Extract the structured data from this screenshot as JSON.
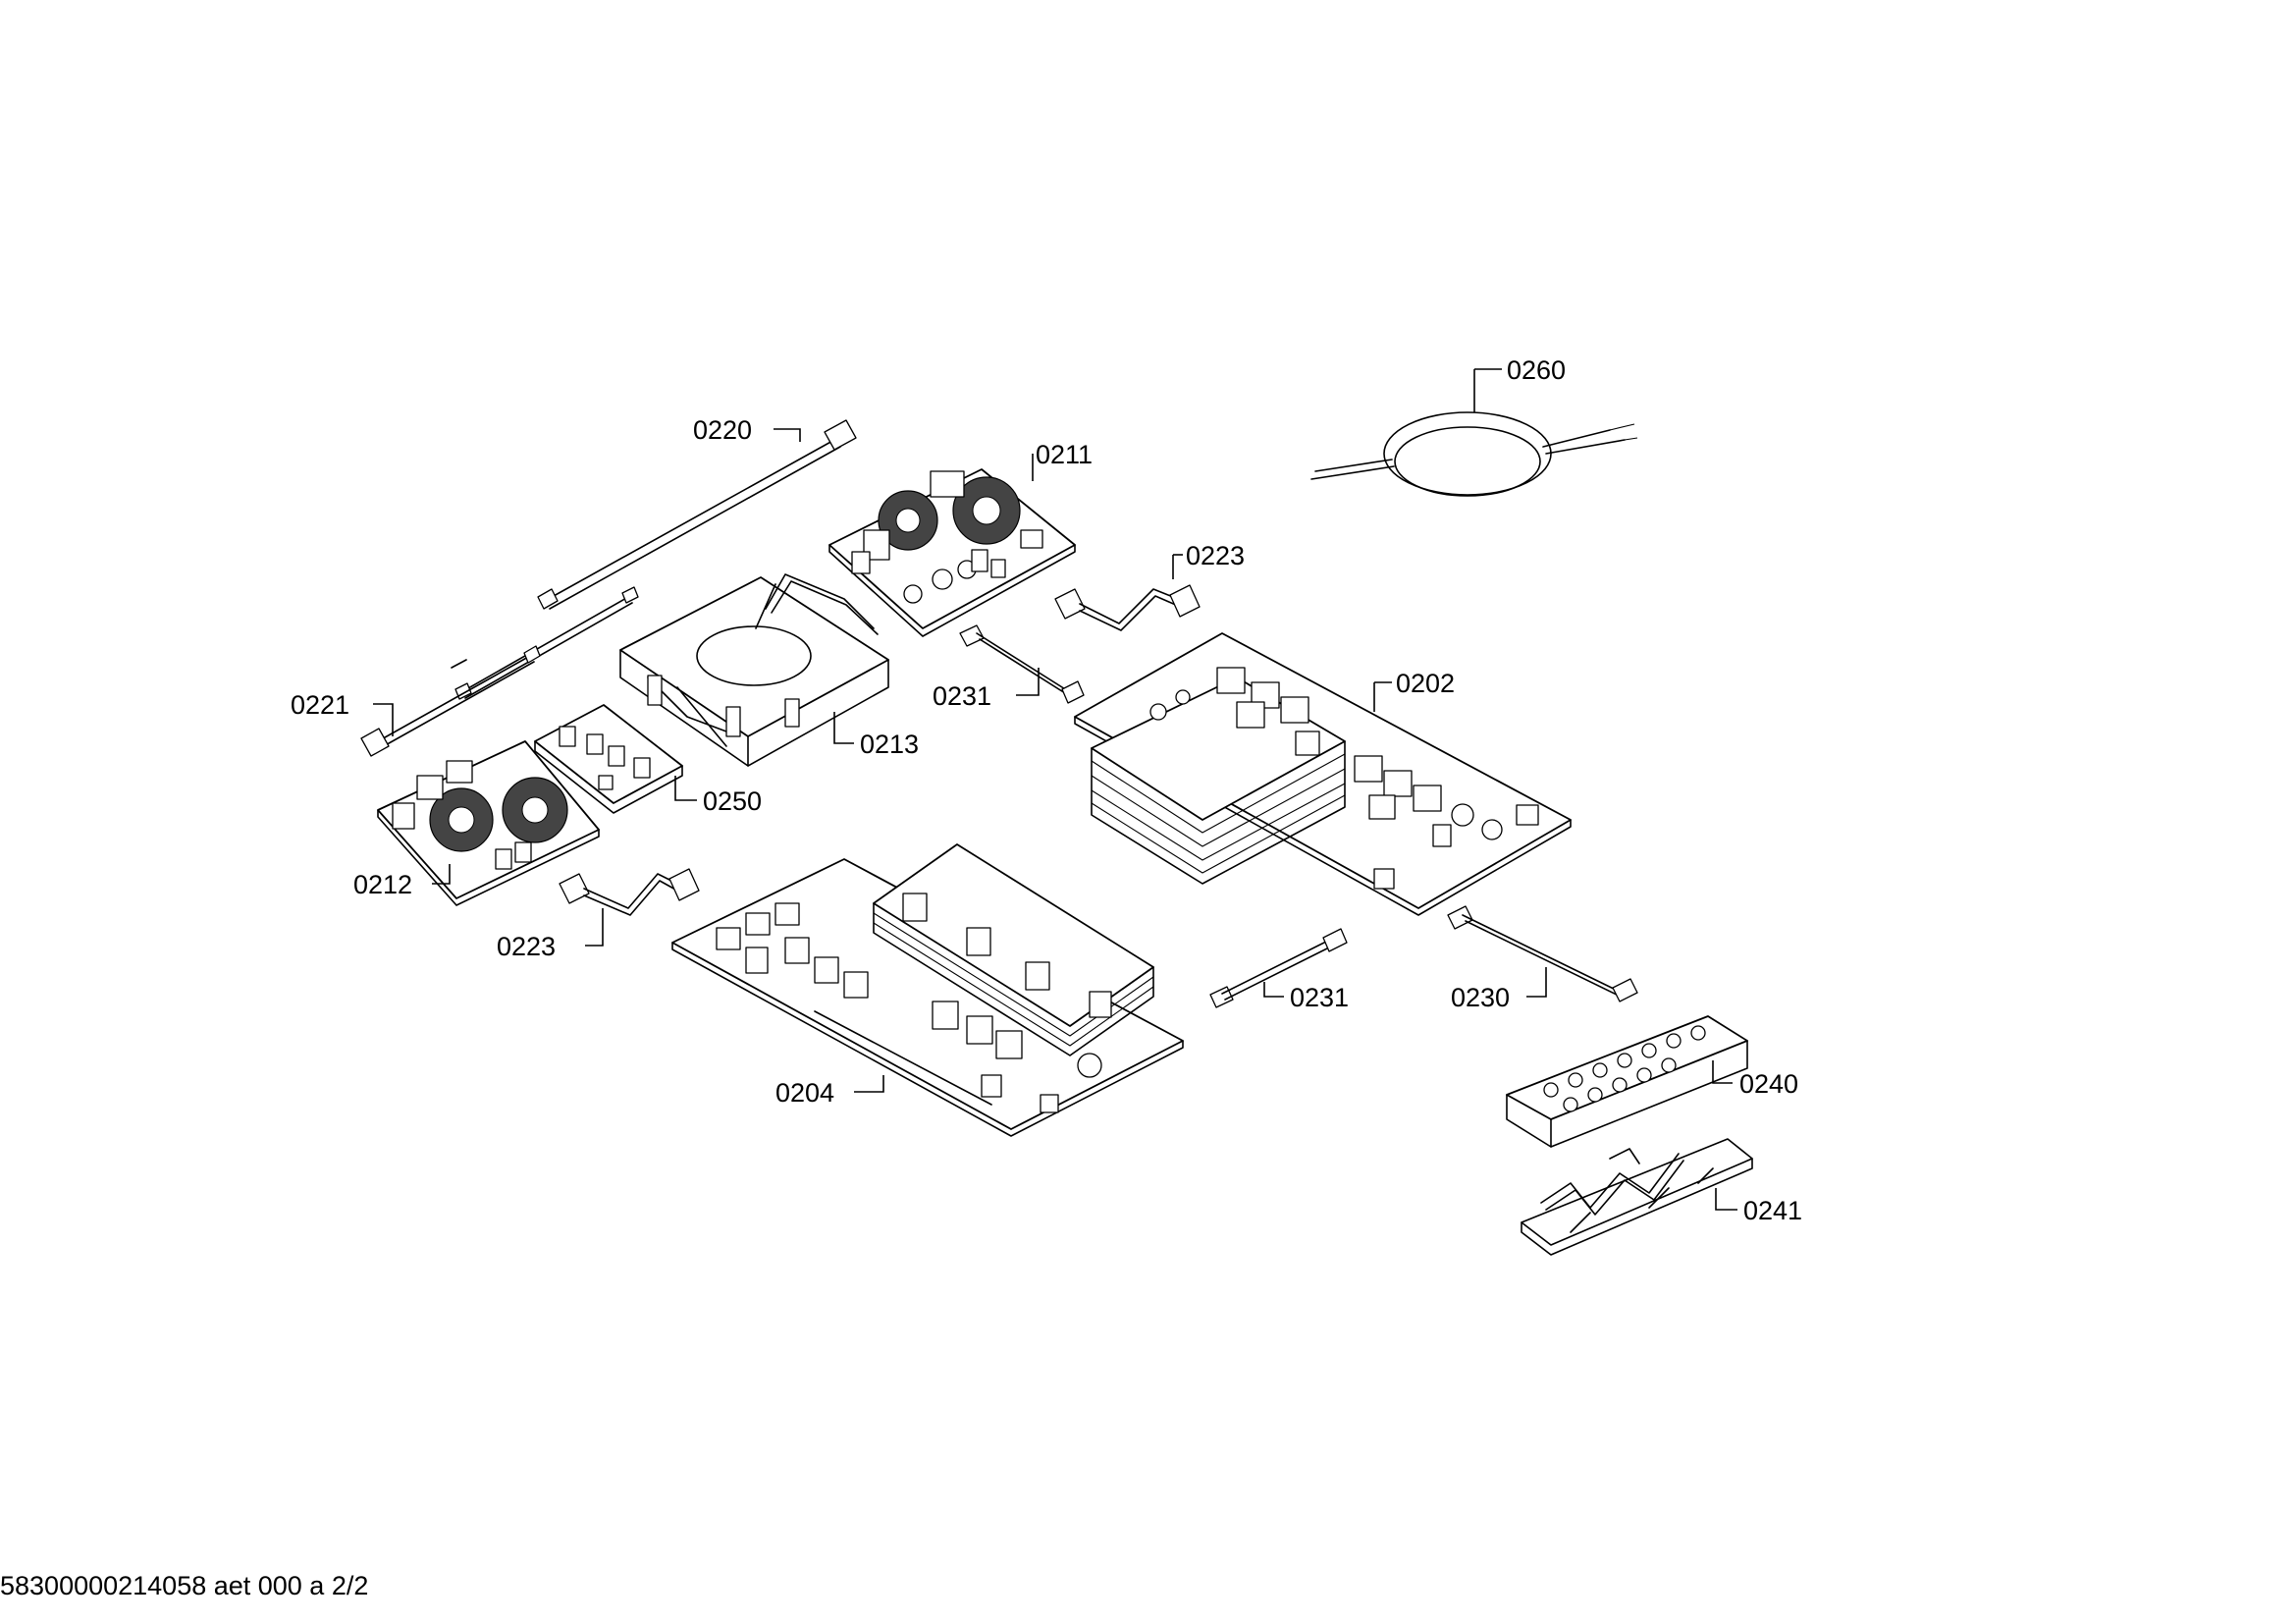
{
  "parts": [
    {
      "id": "p0260",
      "label": "0260"
    },
    {
      "id": "p0220",
      "label": "0220"
    },
    {
      "id": "p0211",
      "label": "0211"
    },
    {
      "id": "p0223a",
      "label": "0223"
    },
    {
      "id": "p0221",
      "label": "0221"
    },
    {
      "id": "p0231a",
      "label": "0231"
    },
    {
      "id": "p0213",
      "label": "0213"
    },
    {
      "id": "p0202",
      "label": "0202"
    },
    {
      "id": "p0250",
      "label": "0250"
    },
    {
      "id": "p0212",
      "label": "0212"
    },
    {
      "id": "p0223b",
      "label": "0223"
    },
    {
      "id": "p0231b",
      "label": "0231"
    },
    {
      "id": "p0230",
      "label": "0230"
    },
    {
      "id": "p0204",
      "label": "0204"
    },
    {
      "id": "p0240",
      "label": "0240"
    },
    {
      "id": "p0241",
      "label": "0241"
    }
  ],
  "footer": "58300000214058 aet 000 a 2/2"
}
